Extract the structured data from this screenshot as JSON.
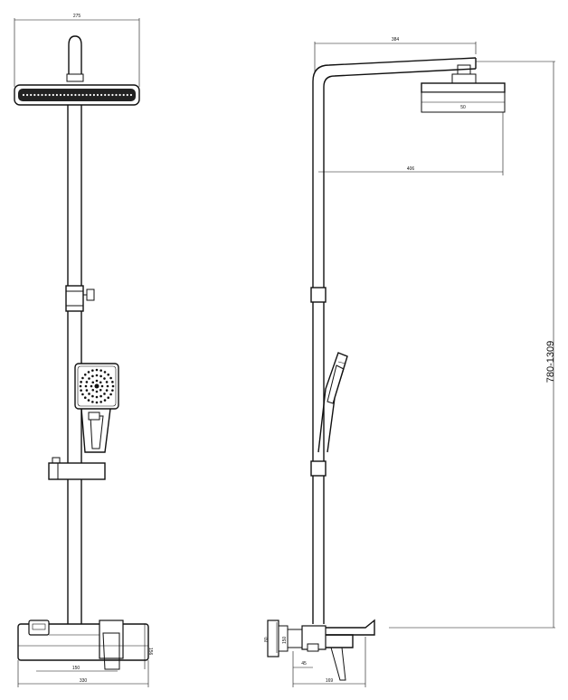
{
  "diagram": {
    "front_view": {
      "dim_head_width": "275",
      "dim_mixer_height": "156",
      "dim_mixer_inner": "150",
      "dim_mixer_width": "330"
    },
    "side_view": {
      "dim_arm_length": "384",
      "dim_head_reach": "406",
      "dim_total_height": "780-1309",
      "dim_wall_offset": "45",
      "dim_wall_a": "80",
      "dim_wall_b": "150",
      "dim_base_depth": "169",
      "dim_head_small": "50"
    }
  }
}
